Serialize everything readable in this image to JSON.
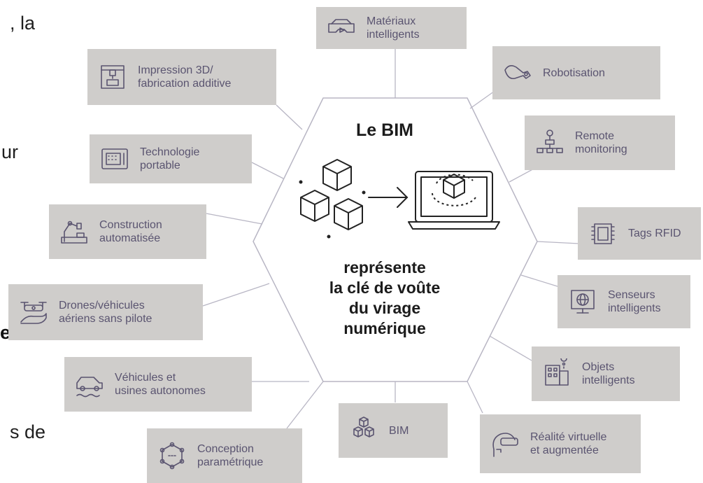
{
  "background_text": [
    {
      "key": "la",
      "text": ", la",
      "bold": false
    },
    {
      "key": "ur",
      "text": "ur",
      "bold": false
    },
    {
      "key": "e_la",
      "text": "e la",
      "bold": true
    },
    {
      "key": "s_de",
      "text": "s de",
      "bold": false
    }
  ],
  "hub": {
    "title": "Le BIM",
    "lines": [
      "représente",
      "la clé de voûte",
      "du virage",
      "numérique"
    ]
  },
  "nodes": [
    {
      "id": "materiaux",
      "lines": [
        "Matériaux",
        "intelligents"
      ],
      "icon": "vr-glasses-icon"
    },
    {
      "id": "impression",
      "lines": [
        "Impression 3D/",
        "fabrication additive"
      ],
      "icon": "3d-printer-icon"
    },
    {
      "id": "robotisation",
      "lines": [
        "Robotisation"
      ],
      "icon": "robot-arm-icon"
    },
    {
      "id": "remote",
      "lines": [
        "Remote",
        "monitoring"
      ],
      "icon": "network-monitor-icon"
    },
    {
      "id": "technologie",
      "lines": [
        "Technologie",
        "portable"
      ],
      "icon": "tablet-icon"
    },
    {
      "id": "construction",
      "lines": [
        "Construction",
        "automatisée"
      ],
      "icon": "robot-factory-icon"
    },
    {
      "id": "tags",
      "lines": [
        "Tags RFID"
      ],
      "icon": "rfid-chip-icon"
    },
    {
      "id": "senseurs",
      "lines": [
        "Senseurs",
        "intelligents"
      ],
      "icon": "sensor-globe-icon"
    },
    {
      "id": "drones",
      "lines": [
        "Drones/véhicules",
        "aériens sans pilote"
      ],
      "icon": "drone-hand-icon"
    },
    {
      "id": "objets",
      "lines": [
        "Objets",
        "intelligents"
      ],
      "icon": "smart-building-icon"
    },
    {
      "id": "vehicules",
      "lines": [
        "Véhicules et",
        "usines autonomes"
      ],
      "icon": "autonomous-car-icon"
    },
    {
      "id": "bim",
      "lines": [
        "BIM"
      ],
      "icon": "cubes-icon"
    },
    {
      "id": "realite",
      "lines": [
        "Réalité virtuelle",
        "et augmentée"
      ],
      "icon": "vr-headset-icon"
    },
    {
      "id": "conception",
      "lines": [
        "Conception",
        "paramétrique"
      ],
      "icon": "parametric-hex-icon"
    }
  ]
}
